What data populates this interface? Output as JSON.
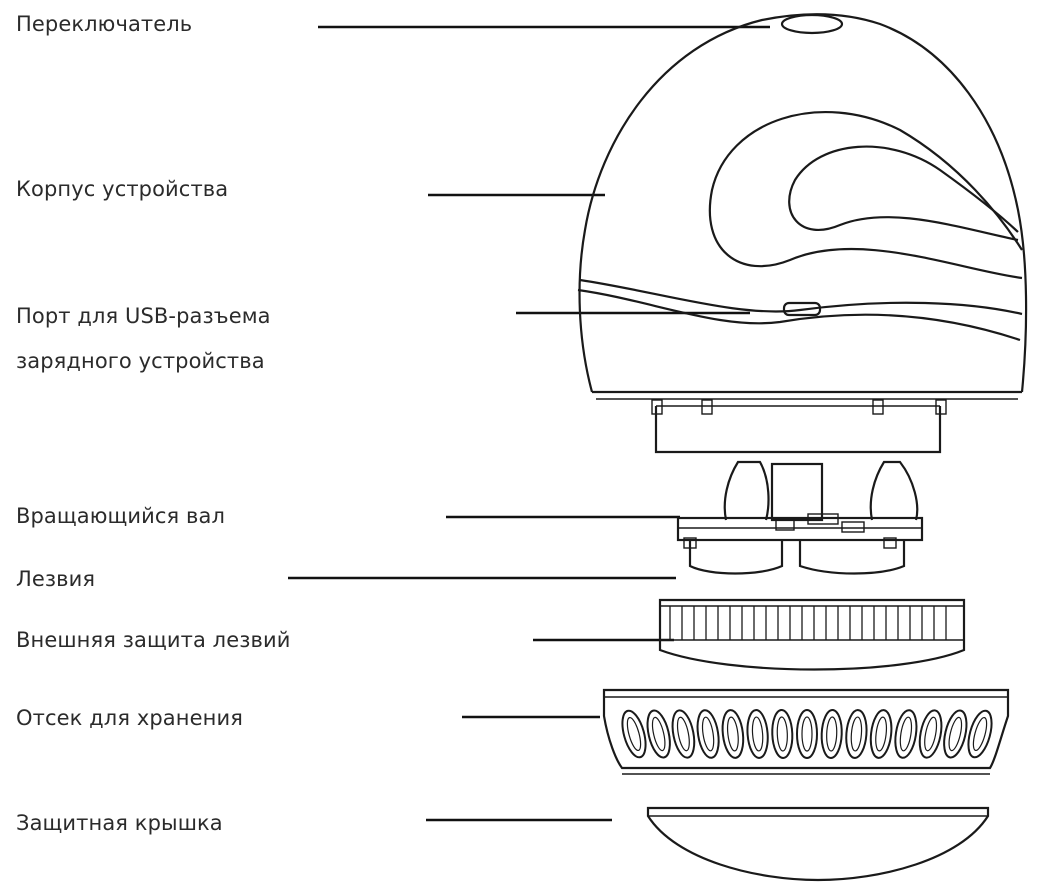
{
  "labels": {
    "switch": "Переключатель",
    "body": "Корпус устройства",
    "usb_line1": "Порт для USB-разъема",
    "usb_line2": "зарядного устройства",
    "shaft": "Вращающийся вал",
    "blades": "Лезвия",
    "blade_guard": "Внешняя защита лезвий",
    "storage": "Отсек для хранения",
    "cover": "Защитная крышка"
  }
}
